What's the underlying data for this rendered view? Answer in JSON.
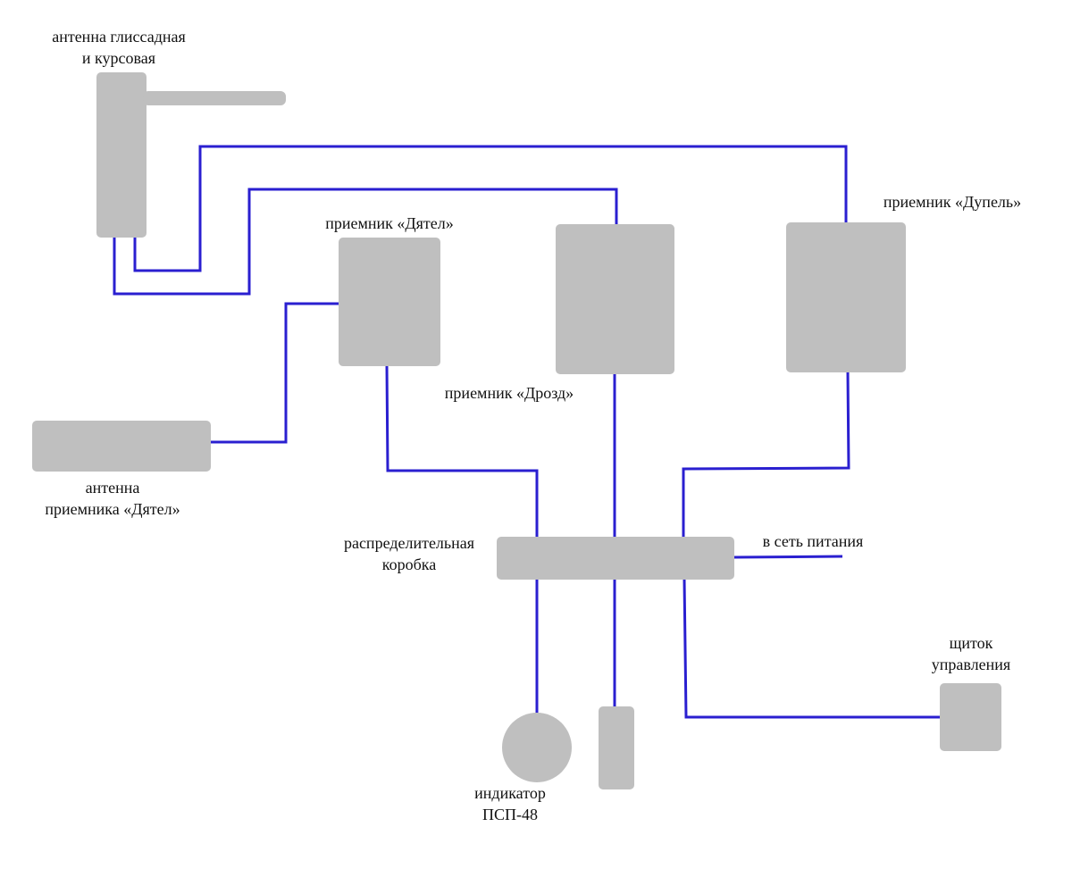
{
  "colors": {
    "wire": "#2a1fd0",
    "block": "#bfbfbf",
    "text": "#111111"
  },
  "labels": {
    "antenna_glide_course": {
      "line1": "антенна глиссадная",
      "line2": "и курсовая"
    },
    "receiver_dyatel": "приемник «Дятел»",
    "receiver_drozd": "приемник «Дрозд»",
    "receiver_dupel": "приемник «Дупель»",
    "antenna_dyatel": {
      "line1": "антенна",
      "line2": "приемника «Дятел»"
    },
    "distribution_box": {
      "line1": "распределительная",
      "line2": "коробка"
    },
    "power_network": "в сеть питания",
    "control_panel": {
      "line1": "щиток",
      "line2": "управления"
    },
    "indicator": {
      "line1": "индикатор",
      "line2": "ПСП-48"
    }
  }
}
